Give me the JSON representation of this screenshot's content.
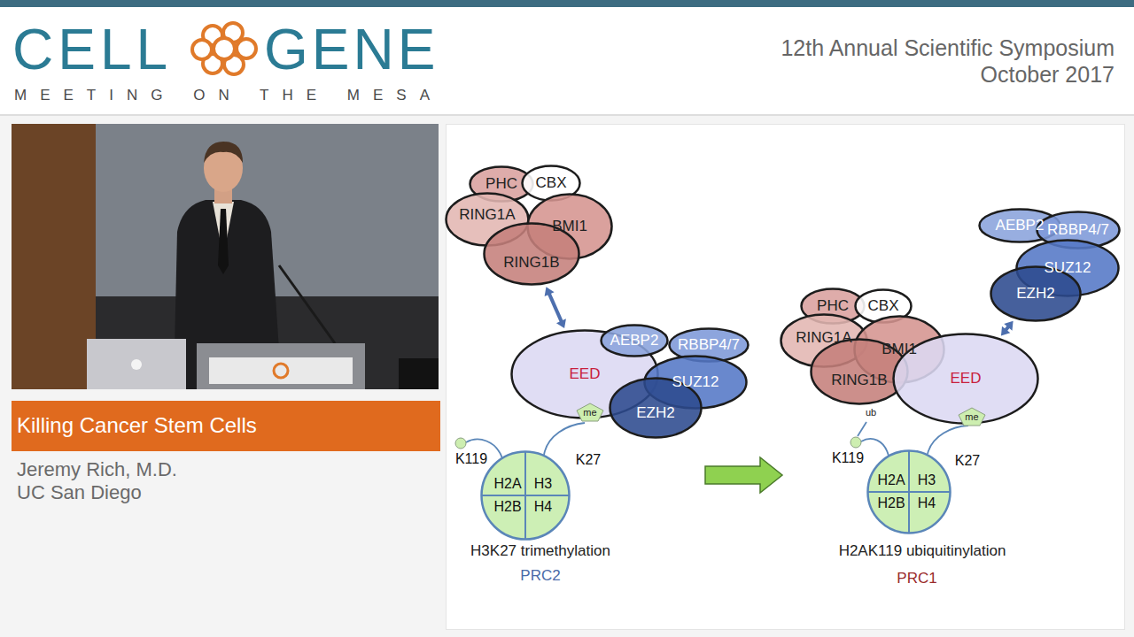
{
  "diagram": {
    "title": "Killing Cancer Stem Cells",
    "nodes": [
      {
        "text": [
          "PHC"
        ]
      },
      {
        "text": [
          "CBX"
        ]
      },
      {
        "text": [
          "RING1A"
        ]
      },
      {
        "text": [
          "BMI1"
        ]
      },
      {
        "text": [
          "RING1B"
        ]
      },
      {
        "text": [
          "EED"
        ]
      },
      {
        "text": [
          "AEBP2"
        ]
      },
      {
        "text": [
          "RBBP4/7"
        ]
      },
      {
        "text": [
          "SUZ12"
        ]
      },
      {
        "text": [
          "EZH2"
        ]
      },
      {
        "text": [
          "me"
        ]
      },
      {
        "text": [
          "H2A",
          "H3",
          "H2B",
          "H4"
        ]
      },
      {
        "text": [
          "AEBP2"
        ]
      },
      {
        "text": [
          "RBBP4/7"
        ]
      },
      {
        "text": [
          "SUZ12"
        ]
      },
      {
        "text": [
          "EZH2"
        ]
      },
      {
        "text": [
          "PHC"
        ]
      },
      {
        "text": [
          "CBX"
        ]
      },
      {
        "text": [
          "RING1A"
        ]
      },
      {
        "text": [
          "BMI1"
        ]
      },
      {
        "text": [
          "RING1B"
        ]
      },
      {
        "text": [
          "EED"
        ]
      },
      {
        "text": [
          "me"
        ]
      },
      {
        "text": [
          "H2A",
          "H3",
          "H2B",
          "H4"
        ]
      }
    ],
    "edges": [
      {
        "from": 4,
        "to": 5,
        "arrow": "both"
      },
      {
        "from": 21,
        "to": 15,
        "arrow": "both"
      }
    ],
    "labels": [
      "CELL",
      "GENE",
      "MEETING ON THE MESA",
      "12th Annual Scientific Symposium",
      "October 2017",
      "Jeremy Rich, M.D.",
      "UC San Diego",
      "K119",
      "K27",
      "H3K27 trimethylation",
      "PRC2",
      "ub",
      "K119",
      "K27",
      "H2AK119 ubiquitinylation",
      "PRC1"
    ]
  }
}
